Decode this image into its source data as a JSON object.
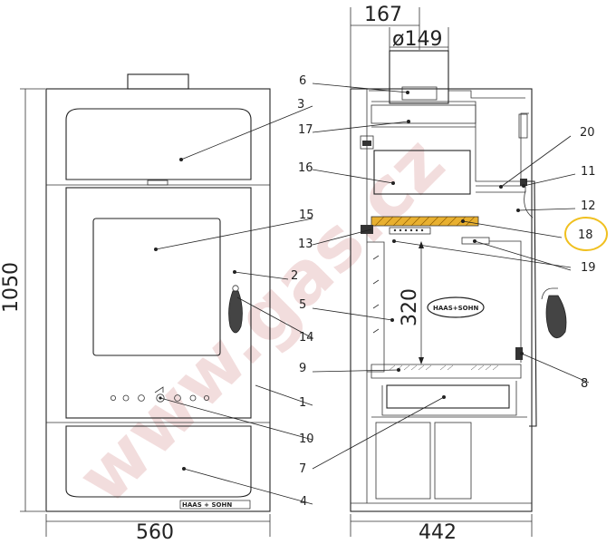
{
  "dimensions": {
    "total_height": "1050",
    "front_width": "560",
    "side_depth": "442",
    "flue_offset": "167",
    "flue_diameter": "ø149",
    "firebox_height": "320"
  },
  "brand": {
    "door_logo": "HAAS+SOHN",
    "plate_logo": "HAAS + SOHN"
  },
  "watermark": "www.gas.cz",
  "highlight": {
    "part": "18",
    "color": "#e8b030",
    "ring_color": "#f0c020"
  },
  "callouts": {
    "p1": "1",
    "p2": "2",
    "p3": "3",
    "p4": "4",
    "p5": "5",
    "p6": "6",
    "p7": "7",
    "p8": "8",
    "p9": "9",
    "p10": "10",
    "p11": "11",
    "p12": "12",
    "p13": "13",
    "p14": "14",
    "p15": "15",
    "p16": "16",
    "p17": "17",
    "p18": "18",
    "p19": "19",
    "p20": "20"
  }
}
